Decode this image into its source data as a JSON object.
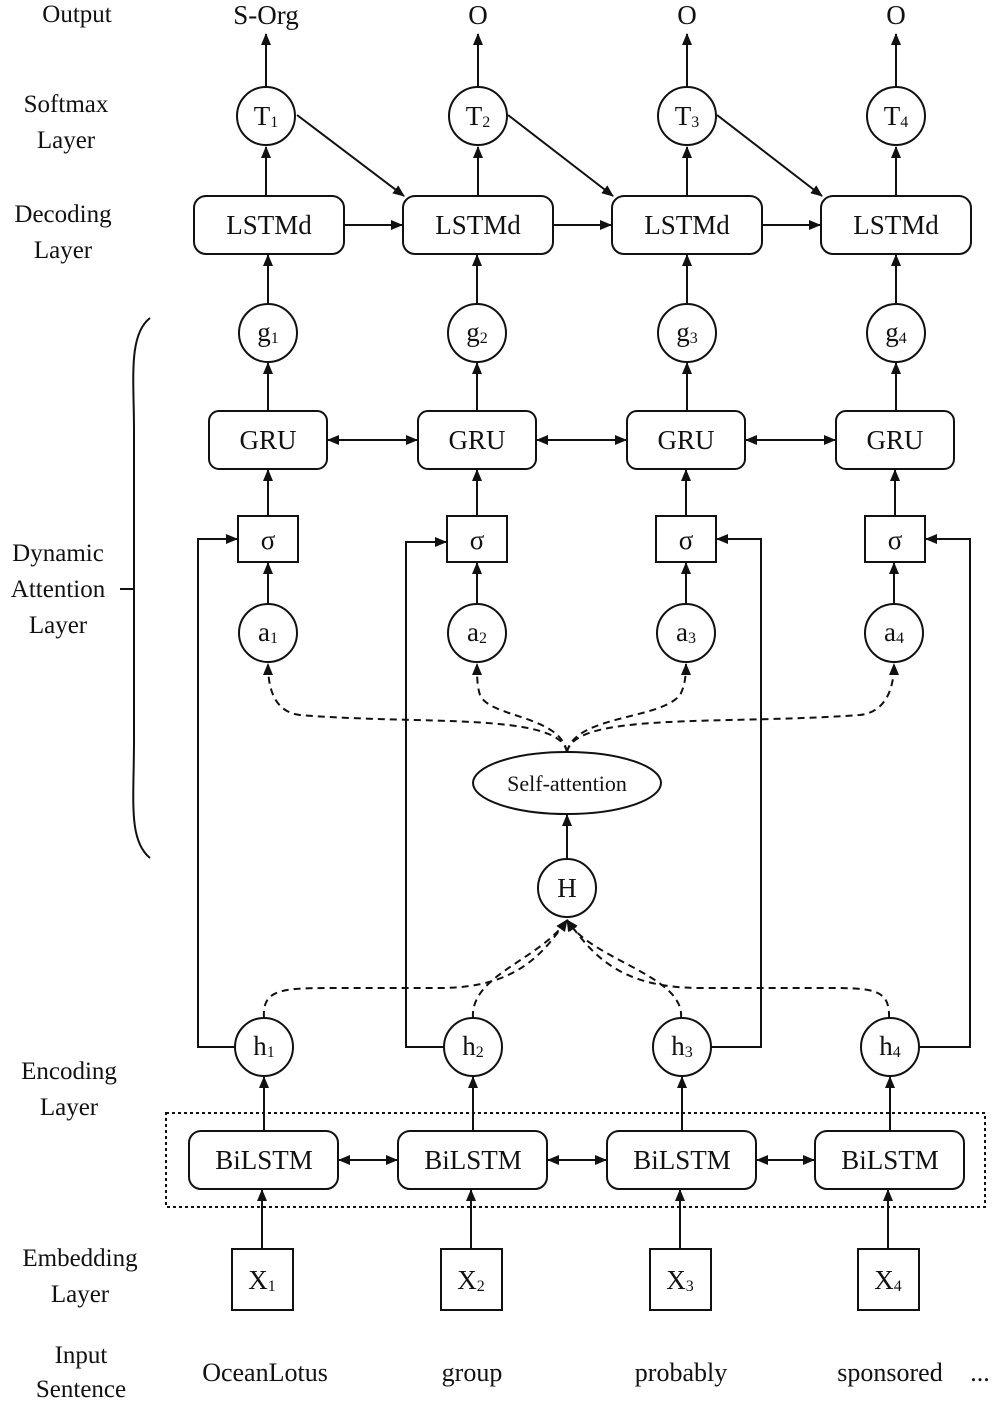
{
  "layers": {
    "output": "Output",
    "softmax": [
      "Softmax",
      "Layer"
    ],
    "decoding": [
      "Decoding",
      "Layer"
    ],
    "dynamic_attention": [
      "Dynamic",
      "Attention",
      "Layer"
    ],
    "encoding": [
      "Encoding",
      "Layer"
    ],
    "embedding": [
      "Embedding",
      "Layer"
    ],
    "input": [
      "Input",
      "Sentence"
    ]
  },
  "outputs": [
    "S-Org",
    "O",
    "O",
    "O"
  ],
  "softmax_nodes": [
    {
      "base": "T",
      "sub": "1"
    },
    {
      "base": "T",
      "sub": "2"
    },
    {
      "base": "T",
      "sub": "3"
    },
    {
      "base": "T",
      "sub": "4"
    }
  ],
  "decoder_label": "LSTMd",
  "g_nodes": [
    {
      "base": "g",
      "sub": "1"
    },
    {
      "base": "g",
      "sub": "2"
    },
    {
      "base": "g",
      "sub": "3"
    },
    {
      "base": "g",
      "sub": "4"
    }
  ],
  "gru_label": "GRU",
  "gate_label": "σ",
  "a_nodes": [
    {
      "base": "a",
      "sub": "1"
    },
    {
      "base": "a",
      "sub": "2"
    },
    {
      "base": "a",
      "sub": "3"
    },
    {
      "base": "a",
      "sub": "4"
    }
  ],
  "self_attention_label": "Self-attention",
  "H_label": "H",
  "h_nodes": [
    {
      "base": "h",
      "sub": "1"
    },
    {
      "base": "h",
      "sub": "2"
    },
    {
      "base": "h",
      "sub": "3"
    },
    {
      "base": "h",
      "sub": "4"
    }
  ],
  "encoder_label": "BiLSTM",
  "x_nodes": [
    {
      "base": "X",
      "sub": "1"
    },
    {
      "base": "X",
      "sub": "2"
    },
    {
      "base": "X",
      "sub": "3"
    },
    {
      "base": "X",
      "sub": "4"
    }
  ],
  "input_words": [
    "OceanLotus",
    "group",
    "probably",
    "sponsored"
  ],
  "ellipsis": "..."
}
